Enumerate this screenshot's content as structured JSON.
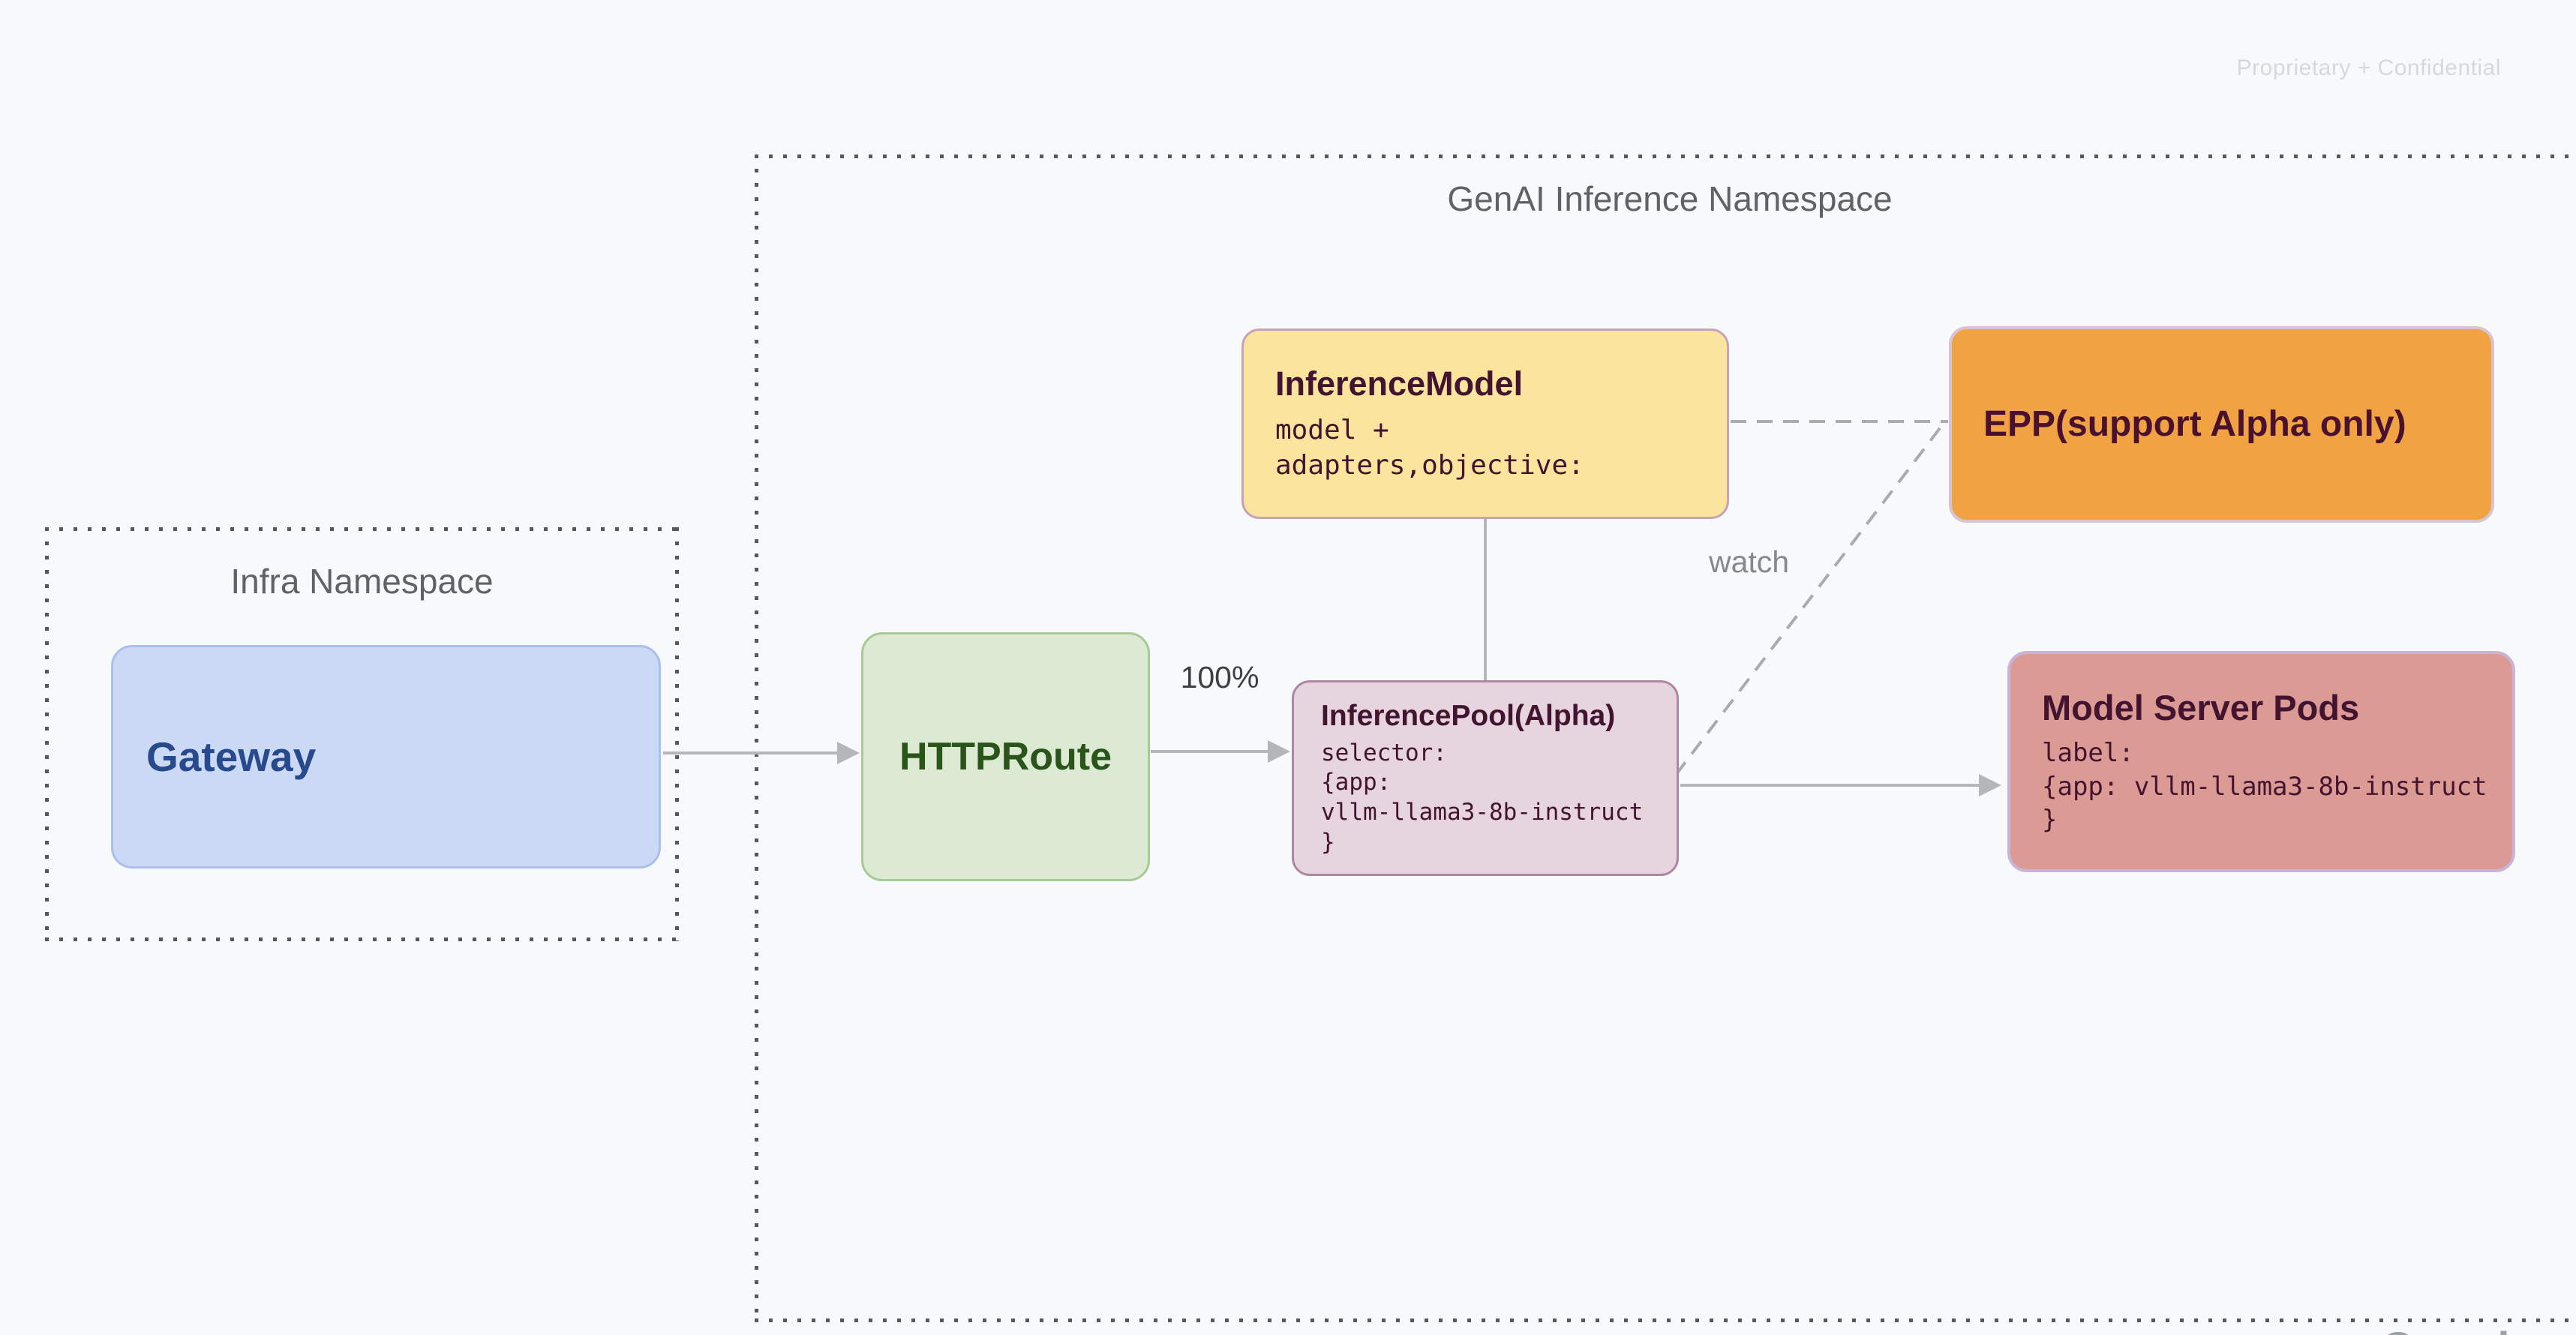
{
  "watermark": "Proprietary + Confidential",
  "footer_partial_logo": "Google",
  "namespaces": {
    "infra": {
      "title": "Infra Namespace"
    },
    "genai": {
      "title": "GenAI Inference Namespace"
    }
  },
  "nodes": {
    "gateway": {
      "label": "Gateway",
      "fill": "#ccd9f4",
      "border": "#a9bfee",
      "text_color": "#274a8d"
    },
    "httproute": {
      "label": "HTTPRoute",
      "fill": "#dcead3",
      "border": "#a8ca97",
      "text_color": "#2b541a"
    },
    "inference_model": {
      "title": "InferenceModel",
      "body_lines": [
        "model +",
        "adapters,objective:"
      ],
      "fill": "#fbe49e",
      "border": "#c9a2ba",
      "text_color": "#43142f"
    },
    "epp": {
      "label": "EPP(support Alpha only)",
      "fill": "#f1a242",
      "border": "#d8c3d1",
      "text_color": "#4a112e"
    },
    "inference_pool": {
      "title": "InferencePool(Alpha)",
      "body_lines": [
        "selector:",
        "{app:",
        "vllm-llama3-8b-instruct",
        "}"
      ],
      "fill": "#e6d4de",
      "border": "#b087a3",
      "text_color": "#43142f"
    },
    "model_server_pods": {
      "title": "Model Server Pods",
      "body_lines": [
        "label:",
        "{app: vllm-llama3-8b-instruct",
        "}"
      ],
      "fill": "#dc9a94",
      "border": "#c8b4d8",
      "text_color": "#43142f"
    }
  },
  "edges": {
    "gateway_to_httproute": {
      "type": "solid-arrow",
      "label": ""
    },
    "httproute_to_inference_pool": {
      "type": "solid-arrow",
      "label": "100%"
    },
    "inference_model_to_inference_pool": {
      "type": "solid-line",
      "label": ""
    },
    "inference_model_to_epp": {
      "type": "dashed-line",
      "label": ""
    },
    "inference_pool_to_epp": {
      "type": "dashed-line",
      "label": "watch"
    },
    "inference_pool_to_model_server_pods": {
      "type": "solid-arrow",
      "label": ""
    }
  },
  "colors": {
    "background": "#f8f9fa",
    "dotted_border": "#55585c",
    "namespace_title": "#5f6368",
    "connector": "#b4b6b8",
    "dashed_connector": "#a9abae",
    "weight_label": "#3c4043",
    "watch_label": "#85898e",
    "watermark": "#d6d8db",
    "footer_logo": "#9aa0a6"
  }
}
